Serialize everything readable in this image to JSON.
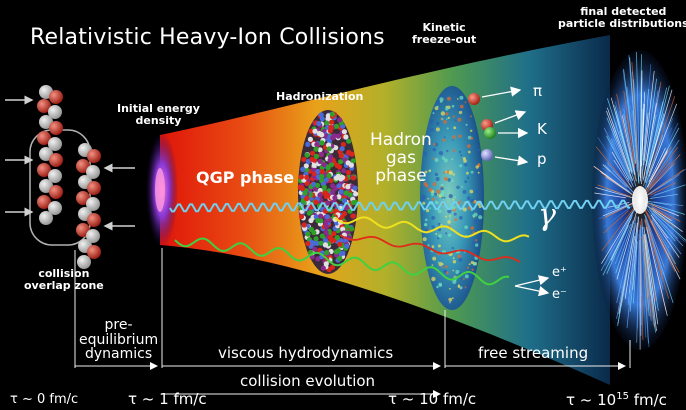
{
  "title": "Relativistic Heavy-Ion Collisions",
  "labels": {
    "final_detected": [
      "final detected",
      "particle distributions"
    ],
    "initial_energy": [
      "Initial energy",
      "density"
    ],
    "hadronization": "Hadronization",
    "kinetic_freezeout": [
      "Kinetic",
      "freeze-out"
    ],
    "qgp_phase": "QGP phase",
    "hadron_gas": [
      "Hadron",
      "gas",
      "phase"
    ],
    "collision_overlap": [
      "collision",
      "overlap zone"
    ],
    "pre_equilibrium": [
      "pre-",
      "equilibrium",
      "dynamics"
    ],
    "viscous_hydro": "viscous hydrodynamics",
    "free_streaming": "free streaming",
    "collision_evolution": "collision evolution"
  },
  "particles": [
    {
      "label": "π",
      "color": "#d9261c"
    },
    {
      "label": "K",
      "color": "#2fa02a"
    },
    {
      "label": "p",
      "color": "#8a90d8"
    }
  ],
  "photon_label": "γ",
  "leptons": {
    "positive": "e⁺",
    "negative": "e⁻"
  },
  "timeline": [
    {
      "label": "τ ~ 0 fm/c"
    },
    {
      "label": "τ ~ 1 fm/c"
    },
    {
      "label": "τ ~ 10 fm/c"
    },
    {
      "label_prefix": "τ ~ 10",
      "label_exp": "15",
      "label_suffix": " fm/c"
    }
  ]
}
